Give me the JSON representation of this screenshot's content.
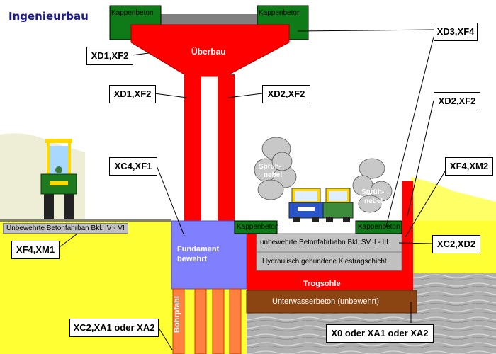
{
  "title": "Ingenieurbau",
  "components": {
    "kappenbeton": "Kappenbeton",
    "ueberbau": "Überbau",
    "fundament_line1": "Fundament",
    "fundament_line2": "bewehrt",
    "trogsohle": "Trogsohle",
    "unterwasserbeton": "Unterwasserbeton (unbewehrt)",
    "bohrpfahl": "Bohrpfahl",
    "fahrbahn_left": "Unbewehrte Betonfahrban Bkl. IV - VI",
    "fahrbahn_right": "unbewehrte Betonfahrbahn Bkl. SV, I - III",
    "kiestragschicht": "Hydraulisch gebundene Kiestragschicht",
    "spruehnebel_line1": "Sprüh-",
    "spruehnebel_line2": "nebel"
  },
  "exposure_classes": {
    "kappe_right": "XD3,XF4",
    "ueberbau_left": "XD1,XF2",
    "pier_left": "XD1,XF2",
    "pier_right": "XD2,XF2",
    "wall_upper": "XD2,XF2",
    "fundament": "XC4,XF1",
    "wall_top": "XF4,XM2",
    "fahrbahn_left": "XF4,XM1",
    "fahrbahn_right": "XC2,XD2",
    "bohrpfahl": "XC2,XA1 oder XA2",
    "unterwasserbeton": "X0 oder XA1 oder XA2"
  },
  "colors": {
    "concrete_red": "#ff0000",
    "kappe_green": "#0e7a18",
    "foundation_blue": "#8080ff",
    "soil_yellow": "#ffff33",
    "rock_gray": "#b4b4b4",
    "underwater_brown": "#8b4513",
    "pile_orange": "#ff8040",
    "title_blue": "#1a1a8c"
  }
}
